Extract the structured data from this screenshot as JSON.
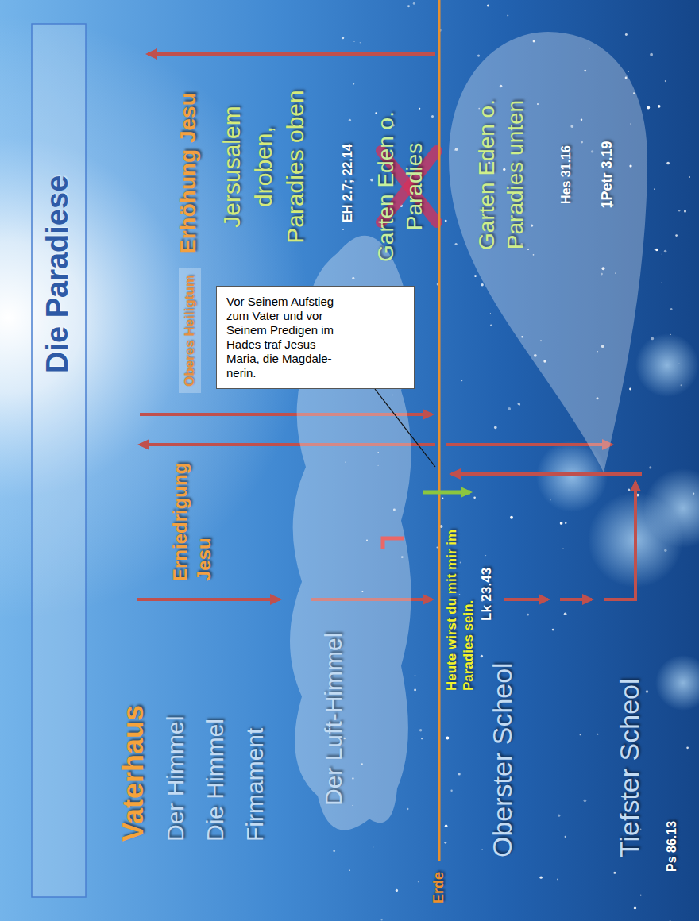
{
  "diagram": {
    "title": "Die Paradiese",
    "nodes": [
      {
        "text": [
          "Oberes Heiligtum"
        ]
      },
      {
        "text": [
          "Der Luft-Himmel"
        ]
      },
      {
        "text": [
          "Vor Seinem Aufstieg zum Vater und vor Seinem Predigen im Hades traf Jesus Maria, die Magdale-nerin."
        ]
      },
      {
        "text": [
          "Garten Eden o. Paradies unten",
          "Hes 31.16",
          "1Petr 3.19"
        ]
      }
    ],
    "labels": [
      "Vaterhaus",
      "Der Himmel",
      "Die Himmel",
      "Firmament",
      "Erniedrigung Jesu",
      "Erhöhung Jesu",
      "Jersusalem droben, Paradies oben",
      "EH 2.7; 22.14",
      "Garten Eden o. Paradies",
      "Erde",
      "Heute wirst du mit mir im Paradies sein.",
      "Lk 23.43",
      "Oberster Scheol",
      "Tiefster Scheol",
      "Ps 86.13"
    ]
  }
}
